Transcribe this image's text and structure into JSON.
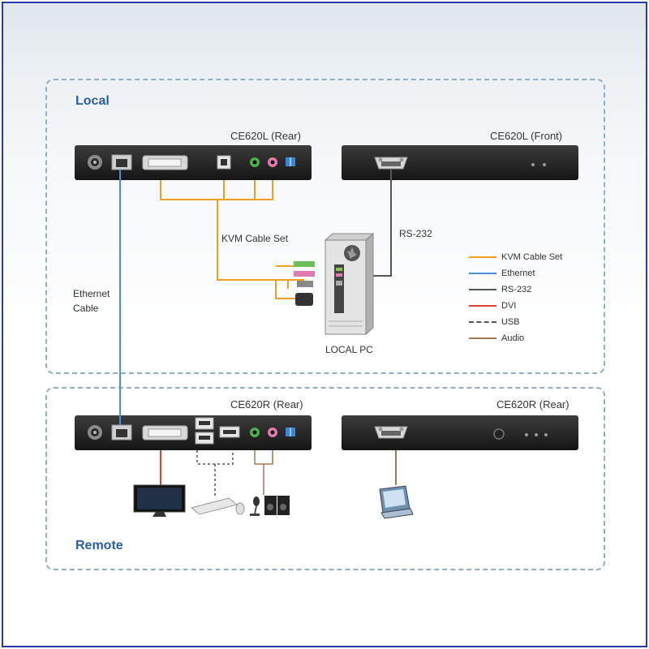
{
  "zones": {
    "local": "Local",
    "remote": "Remote"
  },
  "devices": {
    "local_rear": "CE620L (Rear)",
    "local_front": "CE620L (Front)",
    "remote_rear_a": "CE620R (Rear)",
    "remote_rear_b": "CE620R (Rear)",
    "local_pc": "LOCAL PC"
  },
  "labels": {
    "kvm_cable_set": "KVM Cable Set",
    "rs232": "RS-232",
    "ethernet_cable_line1": "Ethernet",
    "ethernet_cable_line2": "Cable"
  },
  "legend": [
    {
      "label": "KVM Cable Set",
      "color": "#f0a020",
      "style": "solid"
    },
    {
      "label": "Ethernet",
      "color": "#4a90d9",
      "style": "solid"
    },
    {
      "label": "RS-232",
      "color": "#555555",
      "style": "solid"
    },
    {
      "label": "DVI",
      "color": "#d9432f",
      "style": "solid"
    },
    {
      "label": "USB",
      "color": "#555555",
      "style": "dashed"
    },
    {
      "label": "Audio",
      "color": "#a07850",
      "style": "solid"
    }
  ],
  "colors": {
    "kvm": "#f0a020",
    "ethernet": "#4a90d9",
    "rs232": "#555555",
    "dvi": "#d9432f",
    "usb": "#555555",
    "audio": "#a07850",
    "zone_border": "#8fb0c8",
    "title": "#2a5fa8"
  },
  "icons": [
    "power-jack-icon",
    "rj45-port-icon",
    "dvi-port-icon",
    "usb-b-port-icon",
    "audio-jack-green-icon",
    "audio-jack-pink-icon",
    "dip-switch-icon",
    "serial-port-icon",
    "led-icon",
    "pc-tower-icon",
    "monitor-icon",
    "keyboard-icon",
    "mouse-icon",
    "microphone-icon",
    "speakers-icon",
    "serial-terminal-icon",
    "usb-a-port-icon"
  ]
}
